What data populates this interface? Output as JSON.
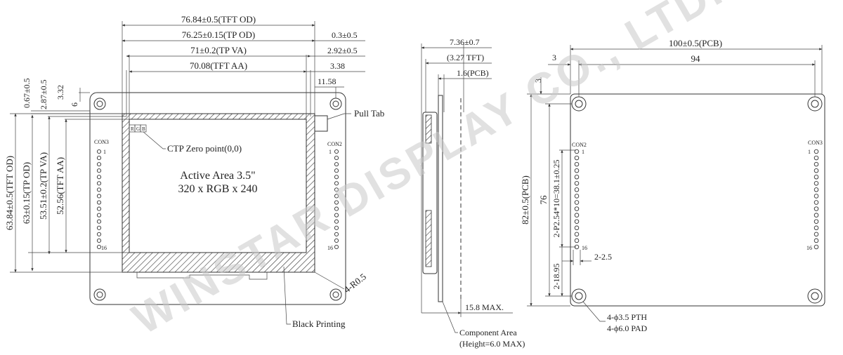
{
  "watermark": "WINSTAR DISPLAY CO., LTD.",
  "front_view": {
    "top_dims": [
      "76.84±0.5(TFT OD)",
      "76.25±0.15(TP OD)",
      "71±0.2(TP VA)",
      "70.08(TFT AA)"
    ],
    "right_dims": [
      "0.3±0.5",
      "2.92±0.5",
      "3.38",
      "11.58"
    ],
    "left_dims": [
      "0.67±0.5",
      "2.87±0.5",
      "3.32",
      "6"
    ],
    "vert_dims": [
      "63.84±0.5(TFT OD)",
      "63±0.15(TP OD)",
      "53.51±0.2(TP VA)",
      "52.56(TFT AA)"
    ],
    "pull_tab": "Pull Tab",
    "ctp_zero": "CTP Zero point(0,0)",
    "rgb": [
      "R",
      "G",
      "B"
    ],
    "active_area_line1": "Active Area 3.5\"",
    "active_area_line2": "320 x RGB x 240",
    "con3": "CON3",
    "con2": "CON2",
    "pin1": "1",
    "pin16": "16",
    "corner_radius": "4-R0.5",
    "black_printing": "Black Printing"
  },
  "side_view": {
    "dims": [
      "7.36±0.7",
      "(3.27 TFT)",
      "1.6(PCB)",
      "15.8 MAX."
    ],
    "component_area": "Component Area",
    "component_height": "(Height=6.0 MAX)"
  },
  "pcb_view": {
    "width": "100±0.5(PCB)",
    "hole_span": "94",
    "offset_x": "3",
    "offset_y": "3",
    "height": "82±0.5(PCB)",
    "hole_vspan": "76",
    "pitch": "2-P2.54*10=38.1±0.25",
    "row_offset": "2-18.95",
    "con_spacing": "2-2.5",
    "con2": "CON2",
    "con3": "CON3",
    "pin1": "1",
    "pin16": "16",
    "hole_pth": "4-ϕ3.5 PTH",
    "hole_pad": "4-ϕ6.0 PAD"
  }
}
